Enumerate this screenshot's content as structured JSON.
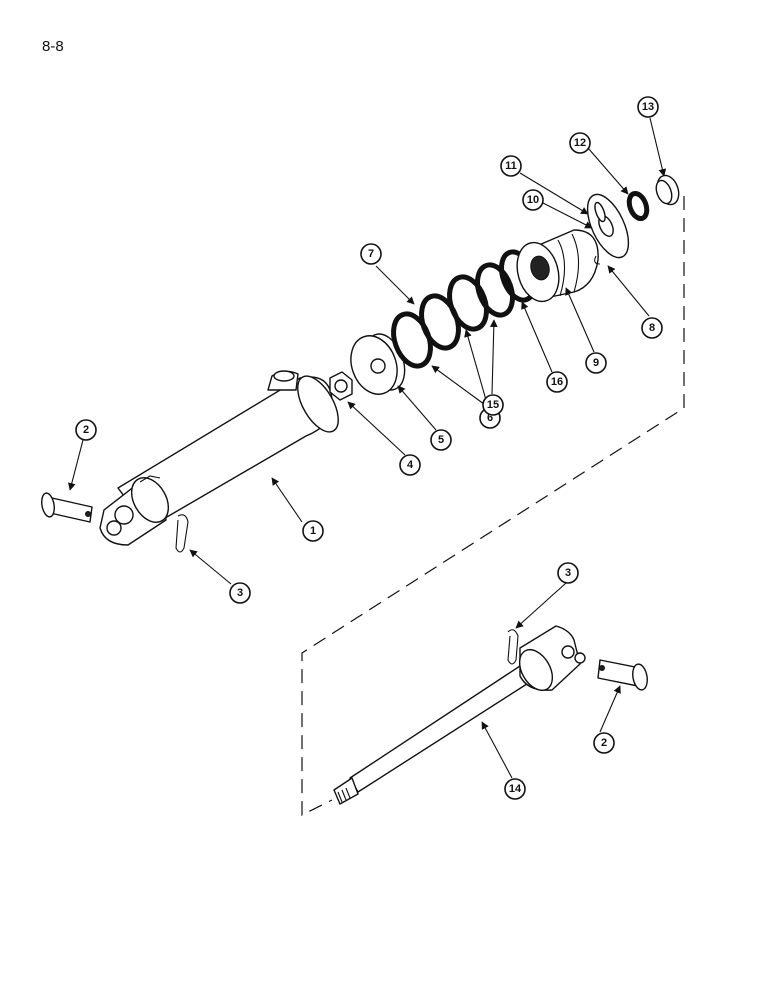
{
  "page": {
    "number": "8-8"
  },
  "callouts": {
    "c1": "1",
    "c2a": "2",
    "c2b": "2",
    "c3a": "3",
    "c3b": "3",
    "c4": "4",
    "c5": "5",
    "c6": "6",
    "c7": "7",
    "c8": "8",
    "c9": "9",
    "c10": "10",
    "c11": "11",
    "c12": "12",
    "c13": "13",
    "c14": "14",
    "c15": "15",
    "c16": "16"
  }
}
